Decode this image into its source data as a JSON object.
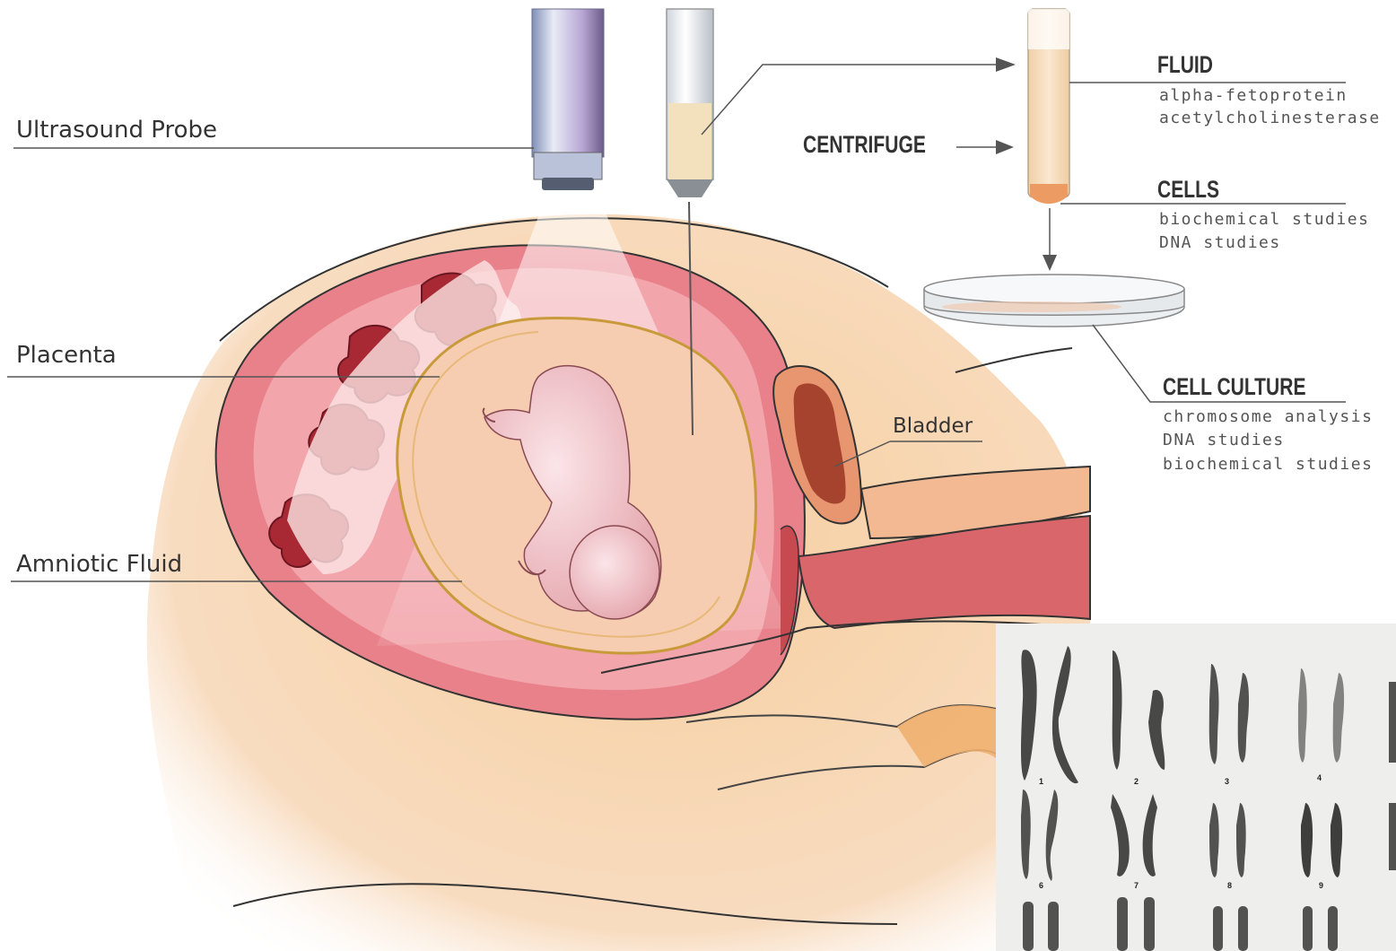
{
  "labels": {
    "ultrasound_probe": "Ultrasound Probe",
    "placenta": "Placenta",
    "amniotic_fluid": "Amniotic Fluid",
    "bladder": "Bladder",
    "centrifuge": "CENTRIFUGE"
  },
  "fluid": {
    "title": "FLUID",
    "items": [
      "alpha-fetoprotein",
      "acetylcholinesterase"
    ]
  },
  "cells": {
    "title": "CELLS",
    "items": [
      "biochemical studies",
      "DNA studies"
    ]
  },
  "cell_culture": {
    "title": "CELL CULTURE",
    "items": [
      "chromosome analysis",
      "DNA studies",
      "biochemical studies"
    ]
  },
  "karyotype": {
    "numbers": [
      "1",
      "2",
      "3",
      "4",
      "6",
      "7",
      "8",
      "9"
    ]
  },
  "colors": {
    "skin": "#f5d2a8",
    "uterus": "#e87f86",
    "placenta": "#b02a36",
    "amniotic": "#f6d1b1"
  }
}
